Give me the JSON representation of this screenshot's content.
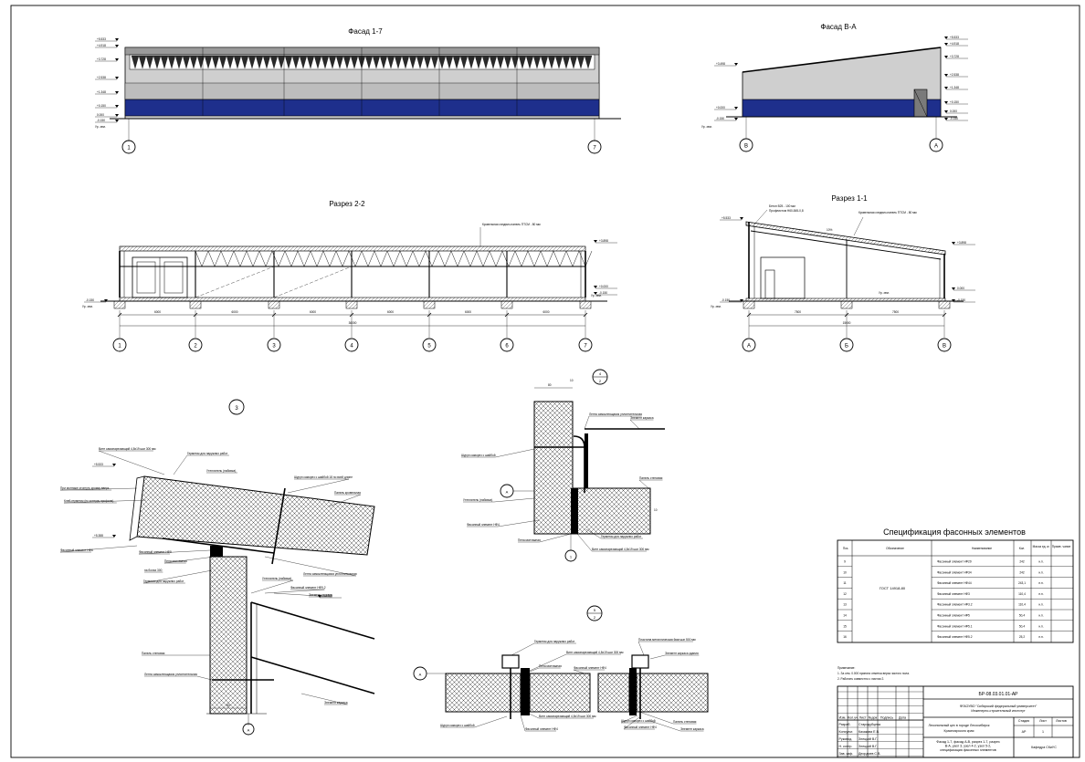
{
  "drawings": {
    "facade_1_7": {
      "title": "Фасад 1-7",
      "levels": [
        "+5.533",
        "+4.918",
        "+3.728",
        "+2.538",
        "+1.348",
        "+0.150",
        "0.000",
        "-0.150"
      ],
      "ground_label": "Ур. зем.",
      "axes": [
        "1",
        "7"
      ],
      "colors": {
        "wall": "#c8c8c8",
        "plinth": "#1e2f8c",
        "band": "#9a9a9a"
      }
    },
    "facade_v_a": {
      "title": "Фасад В-А",
      "levels_left": [
        "+3.498",
        "+0.000",
        "-0.150"
      ],
      "levels_right": [
        "+5.533",
        "+4.918",
        "+3.728",
        "+2.538",
        "+1.348",
        "+0.150",
        "0.000",
        "-0.150"
      ],
      "ground_label": "Ур. зем.",
      "axes": [
        "В",
        "А"
      ]
    },
    "section_2_2": {
      "title": "Разрез 2-2",
      "roof_note": "Кровельная сэндвич-панель ПТСМ - 80 мм",
      "levels_right": [
        "+3.898",
        "+0.000",
        "-0.150"
      ],
      "levels_left": [
        "-0.150"
      ],
      "ground_label": "Ур. зем.",
      "spans": [
        "6000",
        "6000",
        "6000",
        "6000",
        "6000",
        "6000"
      ],
      "total": "36000",
      "axes": [
        "1",
        "2",
        "3",
        "4",
        "5",
        "6",
        "7"
      ]
    },
    "section_1_1": {
      "title": "Разрез 1-1",
      "notes": [
        "Бетон В25 - 100 мм",
        "Профлистом Н60-845-0,8"
      ],
      "roof_note": "Кровельная сэндвич-панель ПТСМ - 80 мм",
      "slope": "10%",
      "levels_left": [
        "+5.533",
        "-0.150"
      ],
      "levels_right": [
        "+3.898",
        "0.000",
        "-0.150"
      ],
      "ground_label": "Ур. зем.",
      "spans": [
        "7500",
        "7500"
      ],
      "total": "15000",
      "axes": [
        "А",
        "Б",
        "В"
      ]
    },
    "detail_3": {
      "marker": "3",
      "axis": "А",
      "level_top": "+5.533",
      "level_mid": "+5.388",
      "level_side": "+4.988",
      "dim": "80",
      "labels": [
        "Винт самонарезающий 4,8х19 шаг 300 мм",
        "Герметик для наружних работ",
        "Утеплитель (набивка)",
        "При монтаже отогнуть кромку вверх",
        "Клей-герметик (по контуру профиля)",
        "Фасонный элемент НФ6",
        "Фасонный элемент НФ9",
        "Пена монтажная",
        "на болах 300",
        "Герметик для наружних работ",
        "Шуруп саморез с шайбой 18 по всей длине",
        "Панель кровельная",
        "Утеплитель (набивка)",
        "Лента самоклеющаяся уплотнительная",
        "Фасонный элемент НФ9.2",
        "Элемент каркаса",
        "Панель стеновая",
        "Лента самоклеящаяся уплотнительная",
        "Элемент каркаса"
      ]
    },
    "detail_4": {
      "marker_top": "4",
      "marker_bottom": "2",
      "axis": "А",
      "axis2": "1",
      "dims": [
        "80",
        "10",
        "10"
      ],
      "labels": [
        "Лента самоклеящаяся уплотнительная",
        "Элемент каркаса",
        "Шуруп саморез с шайбой",
        "Панель стеновая",
        "Утеплитель (набивка)",
        "Фасонный элемент НФ4",
        "Пена монтажная",
        "Герметик для наружних работ",
        "Винт самонарезающий 4,8х19 шаг 300 мм"
      ]
    },
    "detail_5": {
      "marker_top": "5",
      "marker_bottom": "2",
      "axis": "А",
      "labels": [
        "Герметик для наружних работ",
        "Пластина металлическая 6мм шаг 500 мм",
        "Винт самонарезающий 4,8х19 шаг 300 мм",
        "Элемент каркаса здания",
        "Пена монтажная",
        "Фасонный элемент НФ4",
        "Шуруп саморез с шайбой",
        "Фасонный элемент НФ4",
        "Винт самонарезающий 4,8х19 шаг 300 мм",
        "Шуруп саморез с шайбой",
        "Фасонный элемент НФ4",
        "Панель стеновая",
        "Элемент каркаса"
      ]
    }
  },
  "spec_table": {
    "title": "Спецификация фасонных элементов",
    "headers": [
      "Поз.",
      "Обозначение",
      "Наименование",
      "Кол.",
      "Масса ед. кг.",
      "Приме- чание"
    ],
    "gost": "ГОСТ 14918-80",
    "rows": [
      {
        "pos": "9",
        "name": "Фасонный элемент НФ29",
        "qty": "242",
        "mass": "н.п."
      },
      {
        "pos": "10",
        "name": "Фасонный элемент НФ34",
        "qty": "242",
        "mass": "н.п."
      },
      {
        "pos": "11",
        "name": "Фасонный элемент НФ44",
        "qty": "243,1",
        "mass": "н.п."
      },
      {
        "pos": "12",
        "name": "Фасонный элемент НФ3",
        "qty": "110,4",
        "mass": "н.п."
      },
      {
        "pos": "13",
        "name": "Фасонный элемент НФ3.2",
        "qty": "110,4",
        "mass": "н.п."
      },
      {
        "pos": "14",
        "name": "Фасонный элемент НФ5",
        "qty": "50,4",
        "mass": "н.п."
      },
      {
        "pos": "15",
        "name": "Фасонный элемент НФ5.1",
        "qty": "50,4",
        "mass": "н.п."
      },
      {
        "pos": "16",
        "name": "Фасонный элемент НФ5.2",
        "qty": "25,2",
        "mass": "н.п."
      }
    ]
  },
  "notes": {
    "heading": "Примечание:",
    "lines": [
      "1. За отм. 0.000 принята отметка верха чистого пола.",
      "2. Работать совместно с листом 2."
    ]
  },
  "title_block": {
    "code": "БР-08.03.01.01-АР",
    "org_line1": "ФГАОУВО \"Сибирский федеральный университет\"",
    "org_line2": "Инженерно-строительный институт",
    "project_line1": "Лесопильный цех в городе Лесосибирск",
    "project_line2": "Красноярского края",
    "sheet_desc": "Фасад 1-7, фасад А-В, разрез 1-7, разрез В-А, узел 3, узел 4-2, узел 5-2, спецификация фасонных элементов",
    "stage_label": "Стадия",
    "sheet_label": "Лист",
    "sheets_label": "Листов",
    "stage": "АР",
    "sheet": "1",
    "dept": "Кафедра СКиУС",
    "cols": [
      "Изм.",
      "Кол.уч",
      "Лист",
      "№док",
      "Подпись",
      "Дата"
    ],
    "roles": [
      {
        "role": "Разраб.",
        "name": "Стародубцева"
      },
      {
        "role": "Консульт.",
        "name": "Казакова Е.В."
      },
      {
        "role": "Руковод.",
        "name": "Злецкий В.Г."
      },
      {
        "role": "Н. контр.",
        "name": "Злецкий В.Г."
      },
      {
        "role": "Зав. каф.",
        "name": "Деордиев С.В."
      }
    ]
  }
}
